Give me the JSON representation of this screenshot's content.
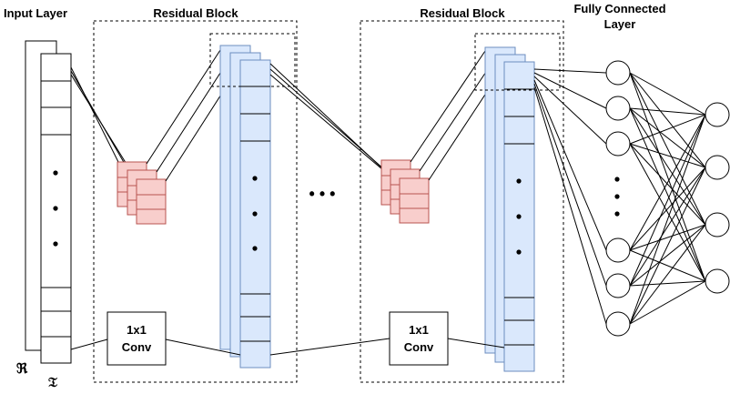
{
  "labels": {
    "input_layer": "Input Layer",
    "residual_block_1": "Residual Block",
    "residual_block_2": "Residual Block",
    "fully_connected_line1": "Fully Connected",
    "fully_connected_line2": "Layer",
    "conv_1_line1": "1x1",
    "conv_1_line2": "Conv",
    "conv_2_line1": "1x1",
    "conv_2_line2": "Conv",
    "ellipsis": "• • •",
    "symbol_r": "ℜ",
    "symbol_t": "𝔗"
  },
  "colors": {
    "feature_fill": "#dae8fc",
    "feature_stroke": "#6c8ebf",
    "filter_fill": "#f8cecc",
    "filter_stroke": "#b85450",
    "line": "#000000"
  },
  "network": {
    "fc_hidden_nodes": 6,
    "fc_output_nodes": 4
  }
}
